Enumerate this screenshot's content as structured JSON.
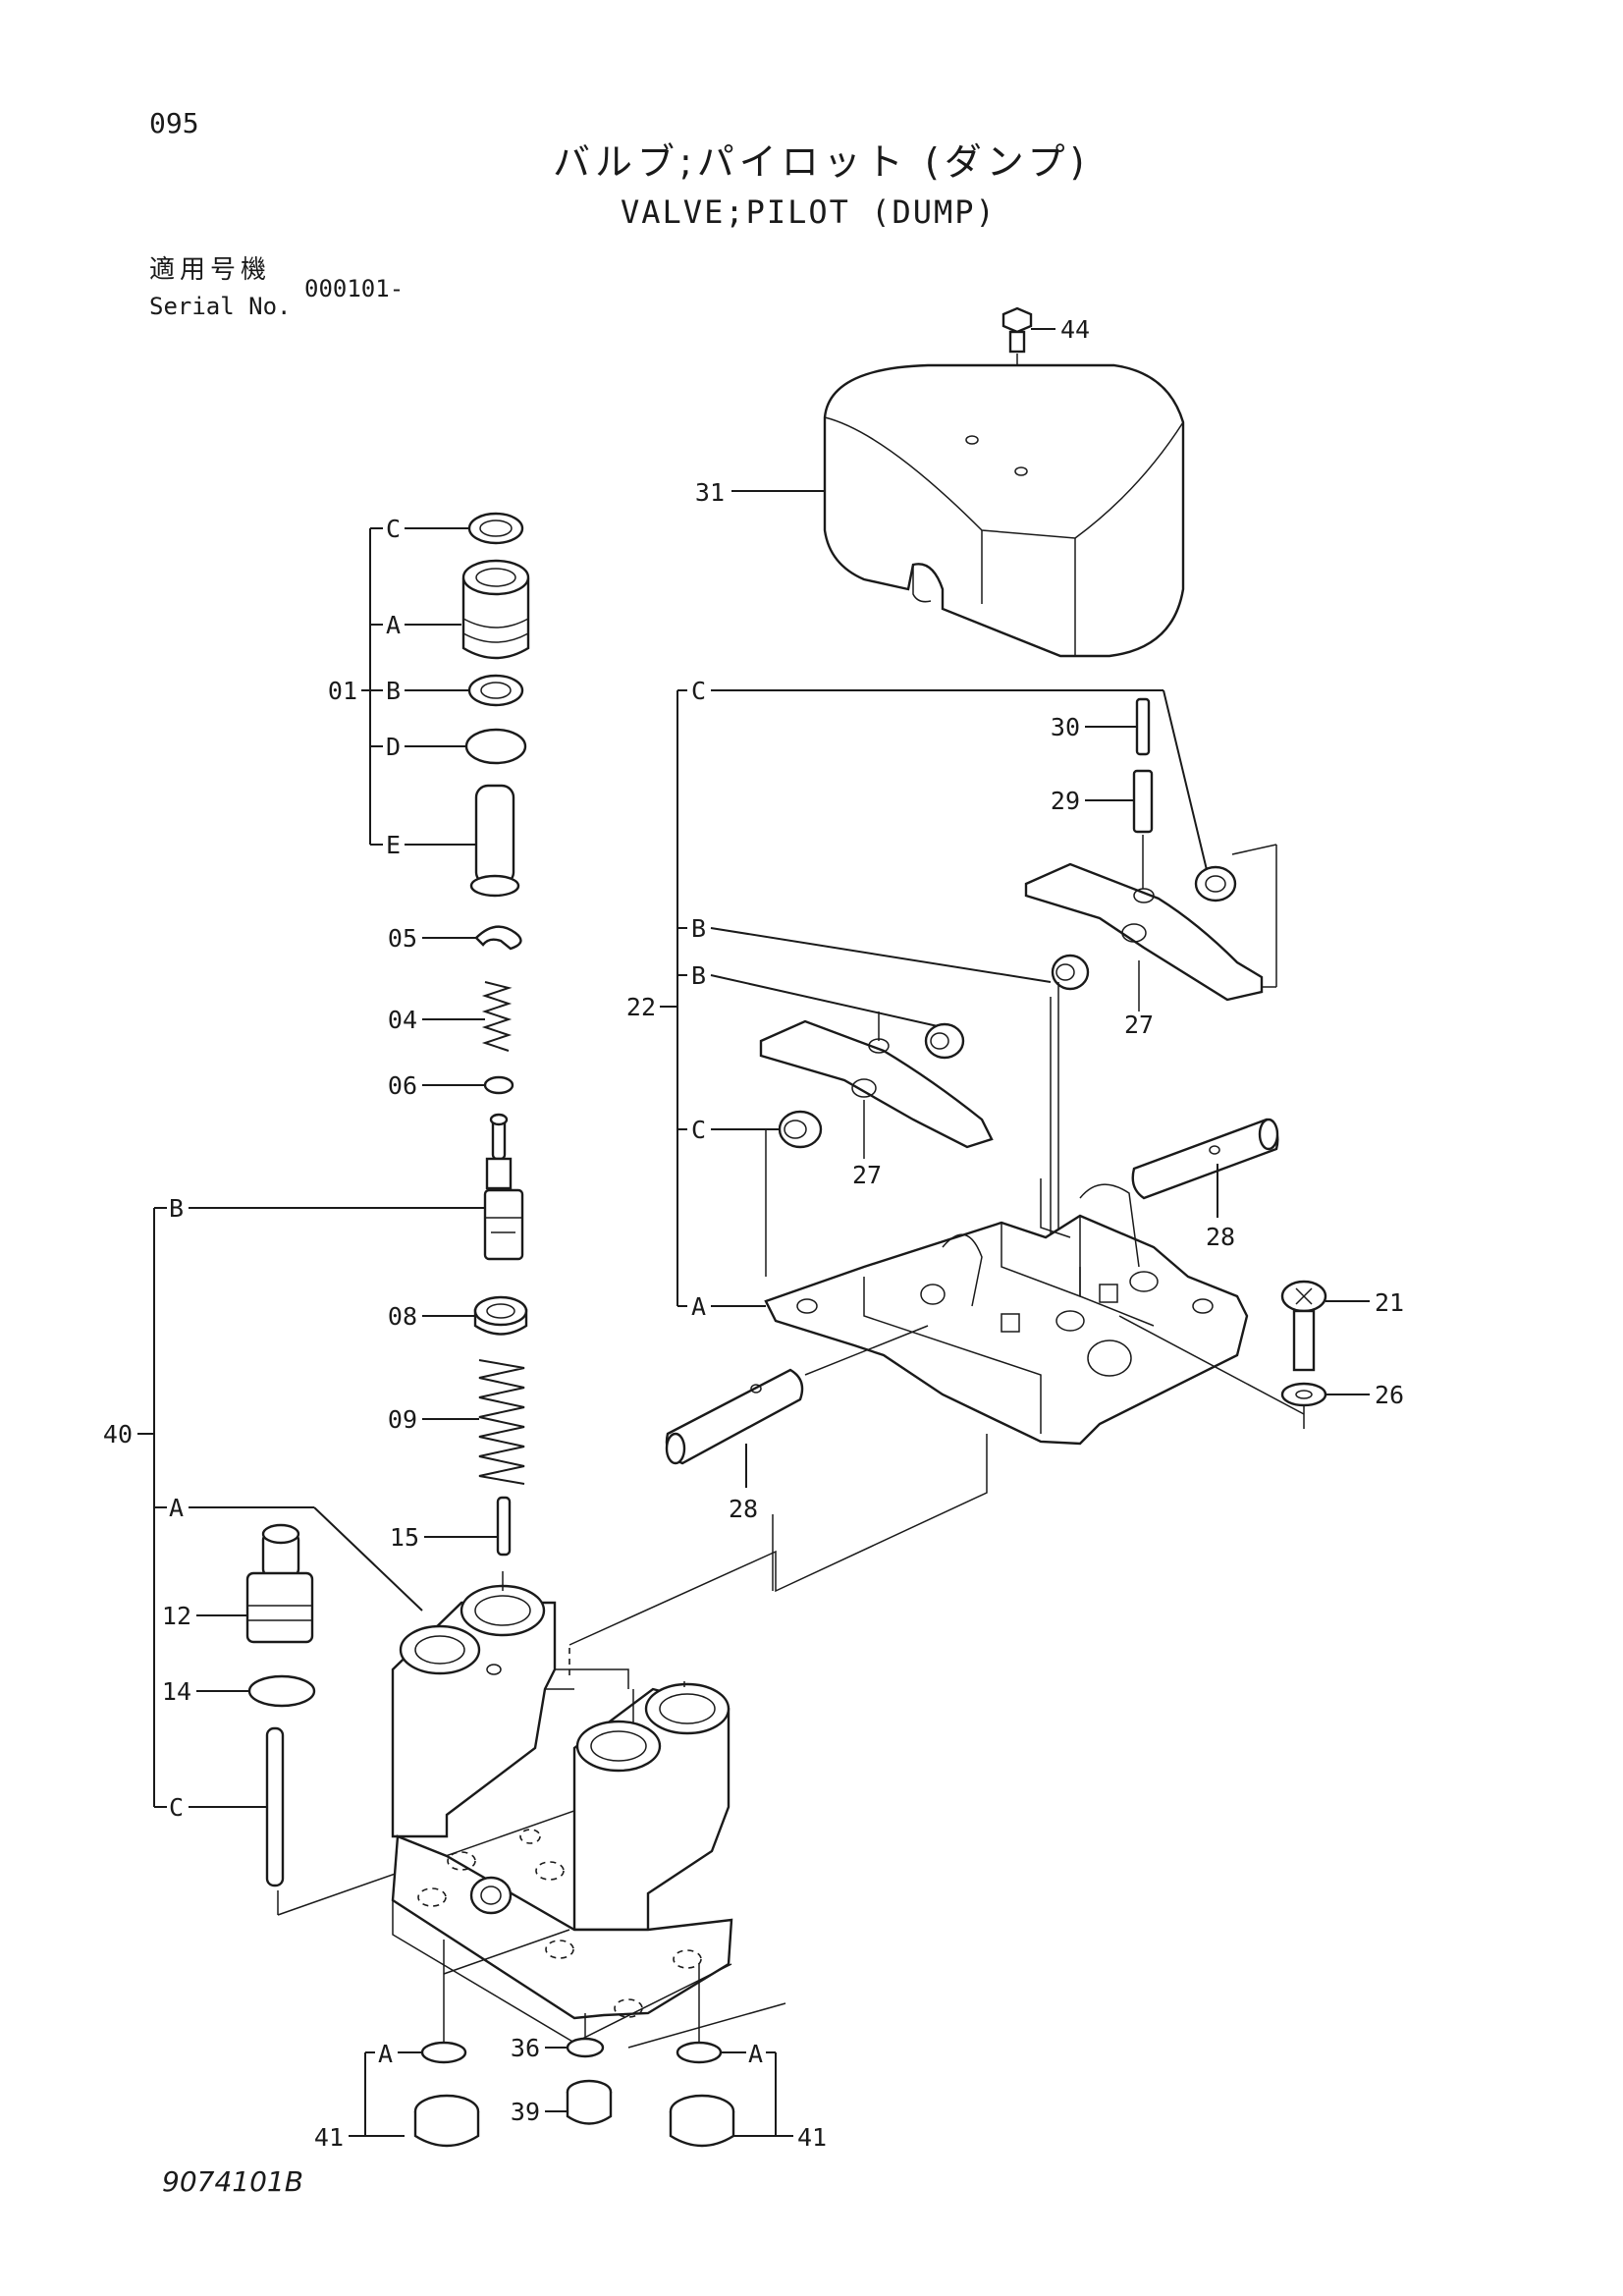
{
  "header": {
    "page_number": "095",
    "title_jp": "バルブ;パイロット (ダンプ)",
    "title_en": "VALVE;PILOT (DUMP)",
    "serial_label_jp": "適用号機",
    "serial_label_en": "Serial No.",
    "serial_value": "000101-"
  },
  "footer": {
    "drawing_number": "9074101B"
  },
  "callouts": {
    "c44": "44",
    "c31": "31",
    "c30": "30",
    "c29": "29",
    "c22": "22",
    "c27a": "27",
    "c27b": "27",
    "c28a": "28",
    "c28b": "28",
    "c21": "21",
    "c26": "26",
    "c01": "01",
    "c05": "05",
    "c04": "04",
    "c06": "06",
    "c08": "08",
    "c09": "09",
    "c15": "15",
    "c40": "40",
    "c12": "12",
    "c14": "14",
    "c36": "36",
    "c39": "39",
    "c41a": "41",
    "c41b": "41"
  },
  "sub_labels": {
    "g01_C": "C",
    "g01_A": "A",
    "g01_B": "B",
    "g01_D": "D",
    "g01_E": "E",
    "g22_C1": "C",
    "g22_B1": "B",
    "g22_B2": "B",
    "g22_C2": "C",
    "g22_A": "A",
    "g40_B": "B",
    "g40_A": "A",
    "g40_C": "C",
    "bot_A1": "A",
    "bot_A2": "A"
  }
}
